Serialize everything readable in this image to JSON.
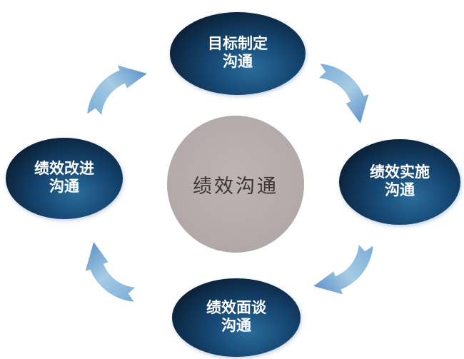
{
  "diagram": {
    "center": {
      "label": "绩效沟通"
    },
    "nodes": [
      {
        "position": "top",
        "line1": "目标制定",
        "line2": "沟通"
      },
      {
        "position": "right",
        "line1": "绩效实施",
        "line2": "沟通"
      },
      {
        "position": "bottom",
        "line1": "绩效面谈",
        "line2": "沟通"
      },
      {
        "position": "left",
        "line1": "绩效改进",
        "line2": "沟通"
      }
    ],
    "arrows": [
      {
        "name": "arrow-left-to-top",
        "from": "绩效改进沟通",
        "to": "目标制定沟通"
      },
      {
        "name": "arrow-top-to-right",
        "from": "目标制定沟通",
        "to": "绩效实施沟通"
      },
      {
        "name": "arrow-right-to-bottom",
        "from": "绩效实施沟通",
        "to": "绩效面谈沟通"
      },
      {
        "name": "arrow-bottom-to-left",
        "from": "绩效面谈沟通",
        "to": "绩效改进沟通"
      }
    ],
    "flow_direction": "clockwise",
    "colors": {
      "background": "#ffffff",
      "node_dark": "#0a1c31",
      "node_mid": "#14446e",
      "node_light": "#2a6c9c",
      "node_text": "#ffffff",
      "center_fill": "#b2a8a8",
      "center_fill_light": "#beb5b3",
      "center_fill_dark": "#a89e9f",
      "center_text": "#3a3536",
      "arrow_light": "#a6cbe5",
      "arrow_mid": "#7fb0d8",
      "arrow_dark": "#5f94c9"
    }
  }
}
